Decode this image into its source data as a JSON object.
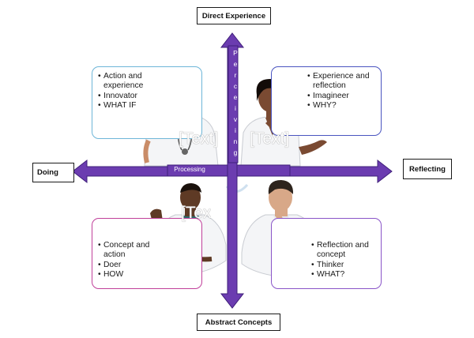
{
  "axes": {
    "top": "Direct Experience",
    "bottom": "Abstract Concepts",
    "left": "Doing",
    "right": "Reflecting",
    "vertical_label": "Perceiving",
    "horizontal_label": "Processing"
  },
  "quadrants": {
    "top_left": {
      "border_color": "#6eb6d8",
      "items": [
        "Action and experience",
        "Innovator",
        "WHAT IF"
      ]
    },
    "top_right": {
      "border_color": "#4a55c0",
      "items": [
        "Experience and reflection",
        "Imagineer",
        "WHY?"
      ]
    },
    "bottom_left": {
      "border_color": "#c0409a",
      "items": [
        "Concept and action",
        "Doer",
        "HOW"
      ]
    },
    "bottom_right": {
      "border_color": "#8a55c8",
      "items": [
        "Reflection and concept",
        "Thinker",
        "WHAT?"
      ]
    }
  },
  "placeholders": [
    "[Text]",
    "[Text]",
    "[Text]"
  ],
  "colors": {
    "arrow": "#6b3cb0",
    "arrow_dark": "#3f1f7a",
    "coat": "#f5f6f8",
    "skin_tl": "#c98c68",
    "skin_tr": "#7a4a32",
    "skin_bl": "#5e3a25",
    "skin_br": "#d8a888"
  },
  "icons": [
    "person-innovator",
    "person-imagineer",
    "person-doer",
    "person-thinker"
  ]
}
